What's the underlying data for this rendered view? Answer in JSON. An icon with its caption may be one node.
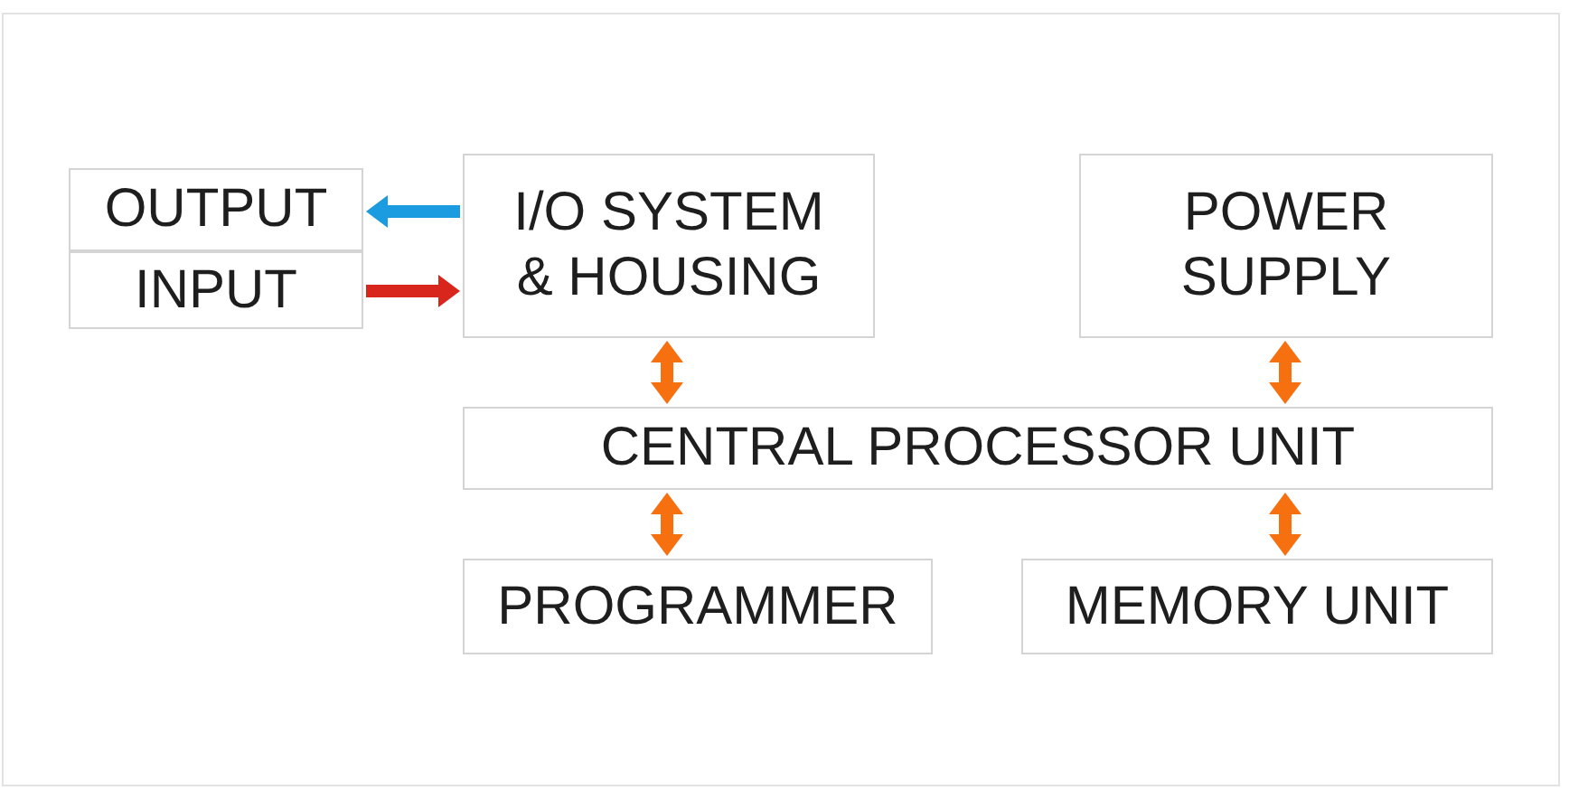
{
  "diagram": {
    "nodes": [
      {
        "text": [
          "OUTPUT"
        ]
      },
      {
        "text": [
          "INPUT"
        ]
      },
      {
        "text": [
          "I/O SYSTEM & HOUSING"
        ]
      },
      {
        "text": [
          "POWER SUPPLY"
        ]
      },
      {
        "text": [
          "CENTRAL PROCESSOR UNIT"
        ]
      },
      {
        "text": [
          "PROGRAMMER"
        ]
      },
      {
        "text": [
          "MEMORY UNIT"
        ]
      }
    ],
    "edges": [
      {
        "from": 2,
        "to": 0,
        "arrow": "to",
        "color": "#1b9be0"
      },
      {
        "from": 1,
        "to": 2,
        "arrow": "to",
        "color": "#d9261c"
      },
      {
        "from": 2,
        "to": 4,
        "arrow": "both"
      },
      {
        "from": 3,
        "to": 4,
        "arrow": "both"
      },
      {
        "from": 4,
        "to": 5,
        "arrow": "both"
      },
      {
        "from": 4,
        "to": 6,
        "arrow": "both"
      }
    ]
  }
}
